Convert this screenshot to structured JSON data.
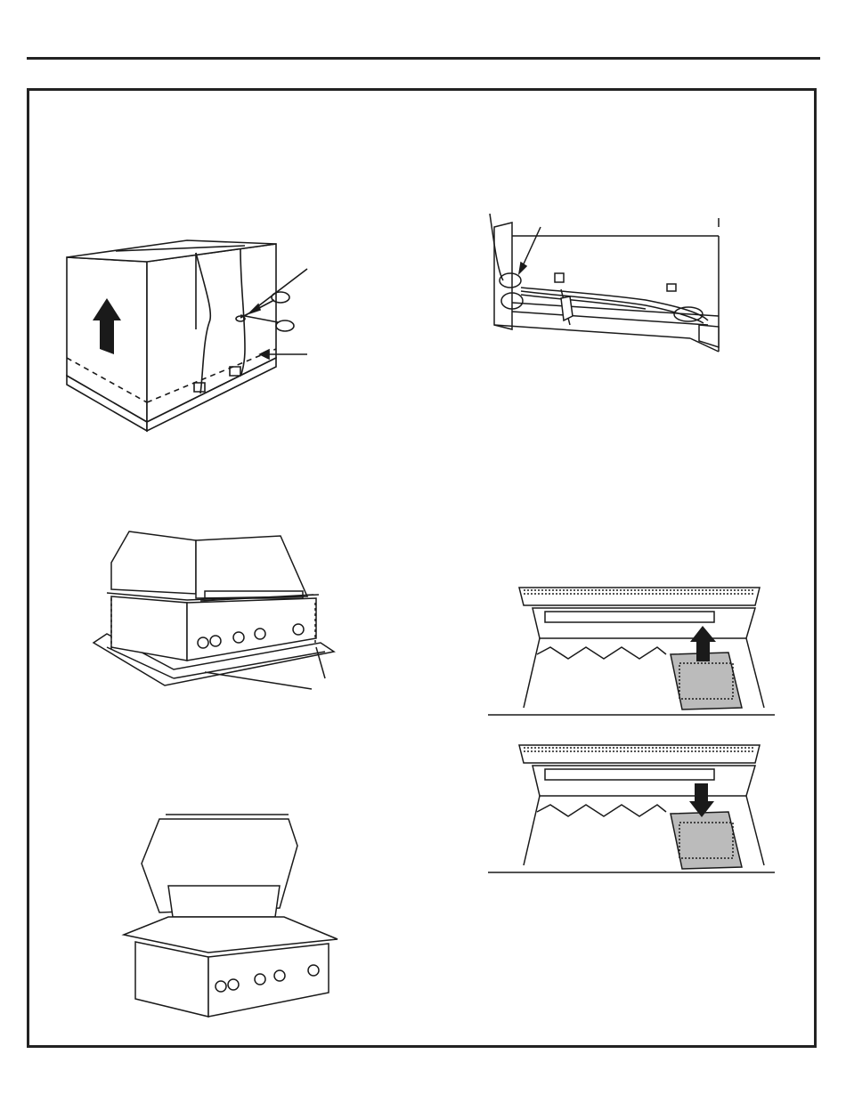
{
  "page": {
    "text": []
  },
  "figures": [
    {
      "id": "packaged-grill-on-pallet",
      "icons": [
        "up-arrow-icon",
        "scissors-icon",
        "strap-icon",
        "pallet-icon"
      ]
    },
    {
      "id": "grill-rear-wiring-bundle",
      "icons": [
        "wire-bundle-icon",
        "leader-arrow-icon"
      ]
    },
    {
      "id": "grill-lifted-off-pallet",
      "icons": [
        "grill-head-icon",
        "pallet-icon",
        "mounting-screw-icon"
      ]
    },
    {
      "id": "burner-cover-removal",
      "icons": [
        "up-arrow-icon",
        "briquette-tray-icon"
      ]
    },
    {
      "id": "burner-cover-installation",
      "icons": [
        "down-arrow-icon",
        "briquette-tray-icon"
      ]
    },
    {
      "id": "grill-hood-open",
      "icons": [
        "grill-hood-icon",
        "control-knob-icon"
      ]
    }
  ],
  "colors": {
    "ink": "#1a1a1a",
    "paper": "#ffffff"
  }
}
